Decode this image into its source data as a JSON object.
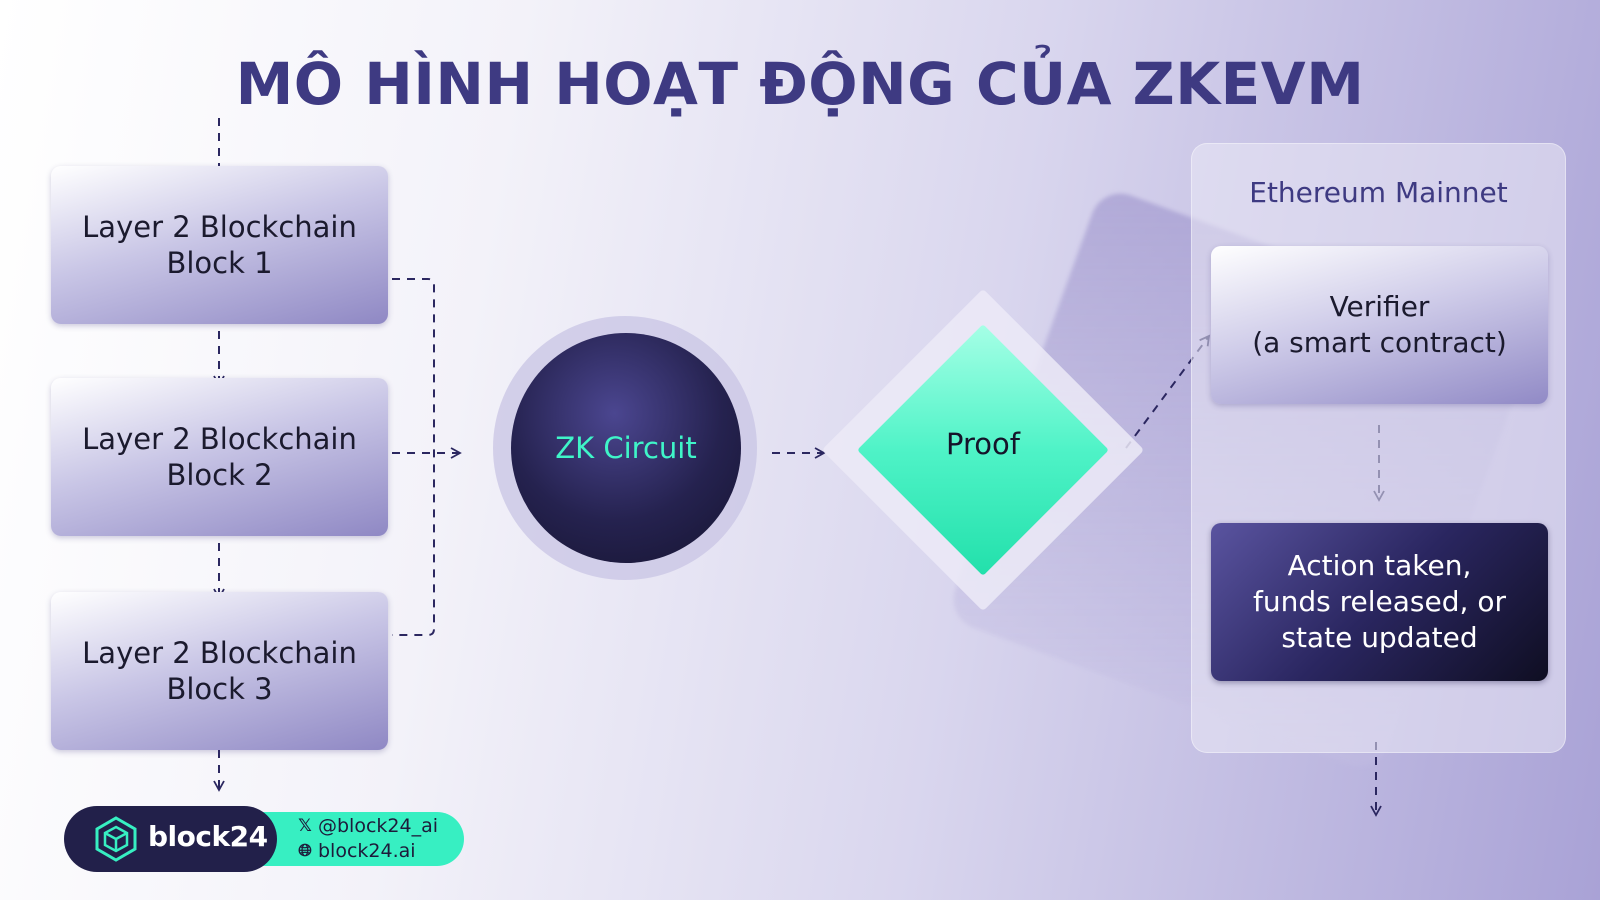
{
  "title": "MÔ HÌNH HOẠT ĐỘNG CỦA ZKEVM",
  "blocks": [
    {
      "line1": "Layer 2 Blockchain",
      "line2": "Block 1"
    },
    {
      "line1": "Layer 2 Blockchain",
      "line2": "Block 2"
    },
    {
      "line1": "Layer 2 Blockchain",
      "line2": "Block 3"
    }
  ],
  "zk_circuit": "ZK Circuit",
  "proof": "Proof",
  "ethereum": {
    "title": "Ethereum Mainnet",
    "verifier": {
      "line1": "Verifier",
      "line2": "(a smart contract)"
    },
    "action": {
      "line1": "Action taken,",
      "line2": "funds released, or",
      "line3": "state updated"
    }
  },
  "brand": {
    "logo_text": "block24",
    "x_handle": "@block24_ai",
    "website": "block24.ai",
    "x_icon": "x-logo-icon",
    "web_icon": "globe-icon"
  },
  "colors": {
    "title": "#3e3a82",
    "accent_green": "#37efc2",
    "dark_navy": "#22204a"
  }
}
